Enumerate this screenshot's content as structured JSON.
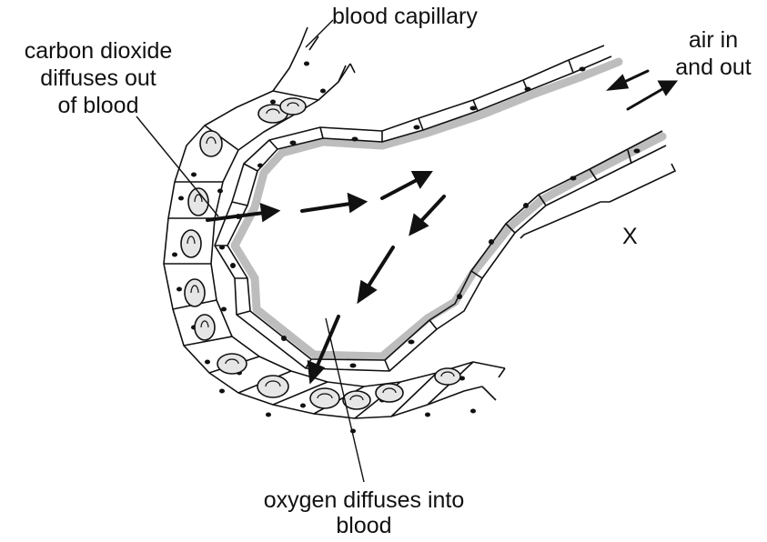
{
  "labels": {
    "blood_capillary": "blood capillary",
    "co2_line1": "carbon dioxide",
    "co2_line2": "diffuses out",
    "co2_line3": "of blood",
    "air_line1": "air in",
    "air_line2": "and out",
    "x_label": "X",
    "o2_line1": "oxygen diffuses into",
    "o2_line2": "blood"
  },
  "colors": {
    "ink": "#111111",
    "lining": "#bdbdbd",
    "rbc": "#e6e6e6"
  }
}
